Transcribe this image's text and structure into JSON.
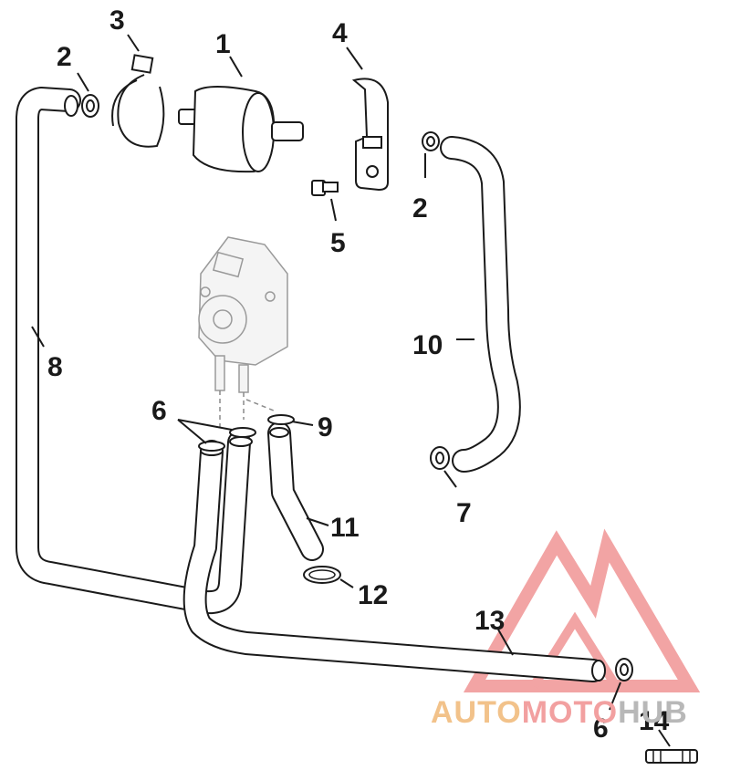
{
  "callouts": {
    "c1": "1",
    "c2a": "2",
    "c2b": "2",
    "c3": "3",
    "c4": "4",
    "c5": "5",
    "c6a": "6",
    "c6b": "6",
    "c7": "7",
    "c8": "8",
    "c9": "9",
    "c10": "10",
    "c11": "11",
    "c12": "12",
    "c13": "13",
    "c14": "14"
  },
  "watermark": {
    "part1": "AUTO",
    "part2": "MOTO",
    "part3": "HUB",
    "color_auto": "#f2c28a",
    "color_moto": "#f2a0a0",
    "color_hub": "#b8b8b8"
  }
}
